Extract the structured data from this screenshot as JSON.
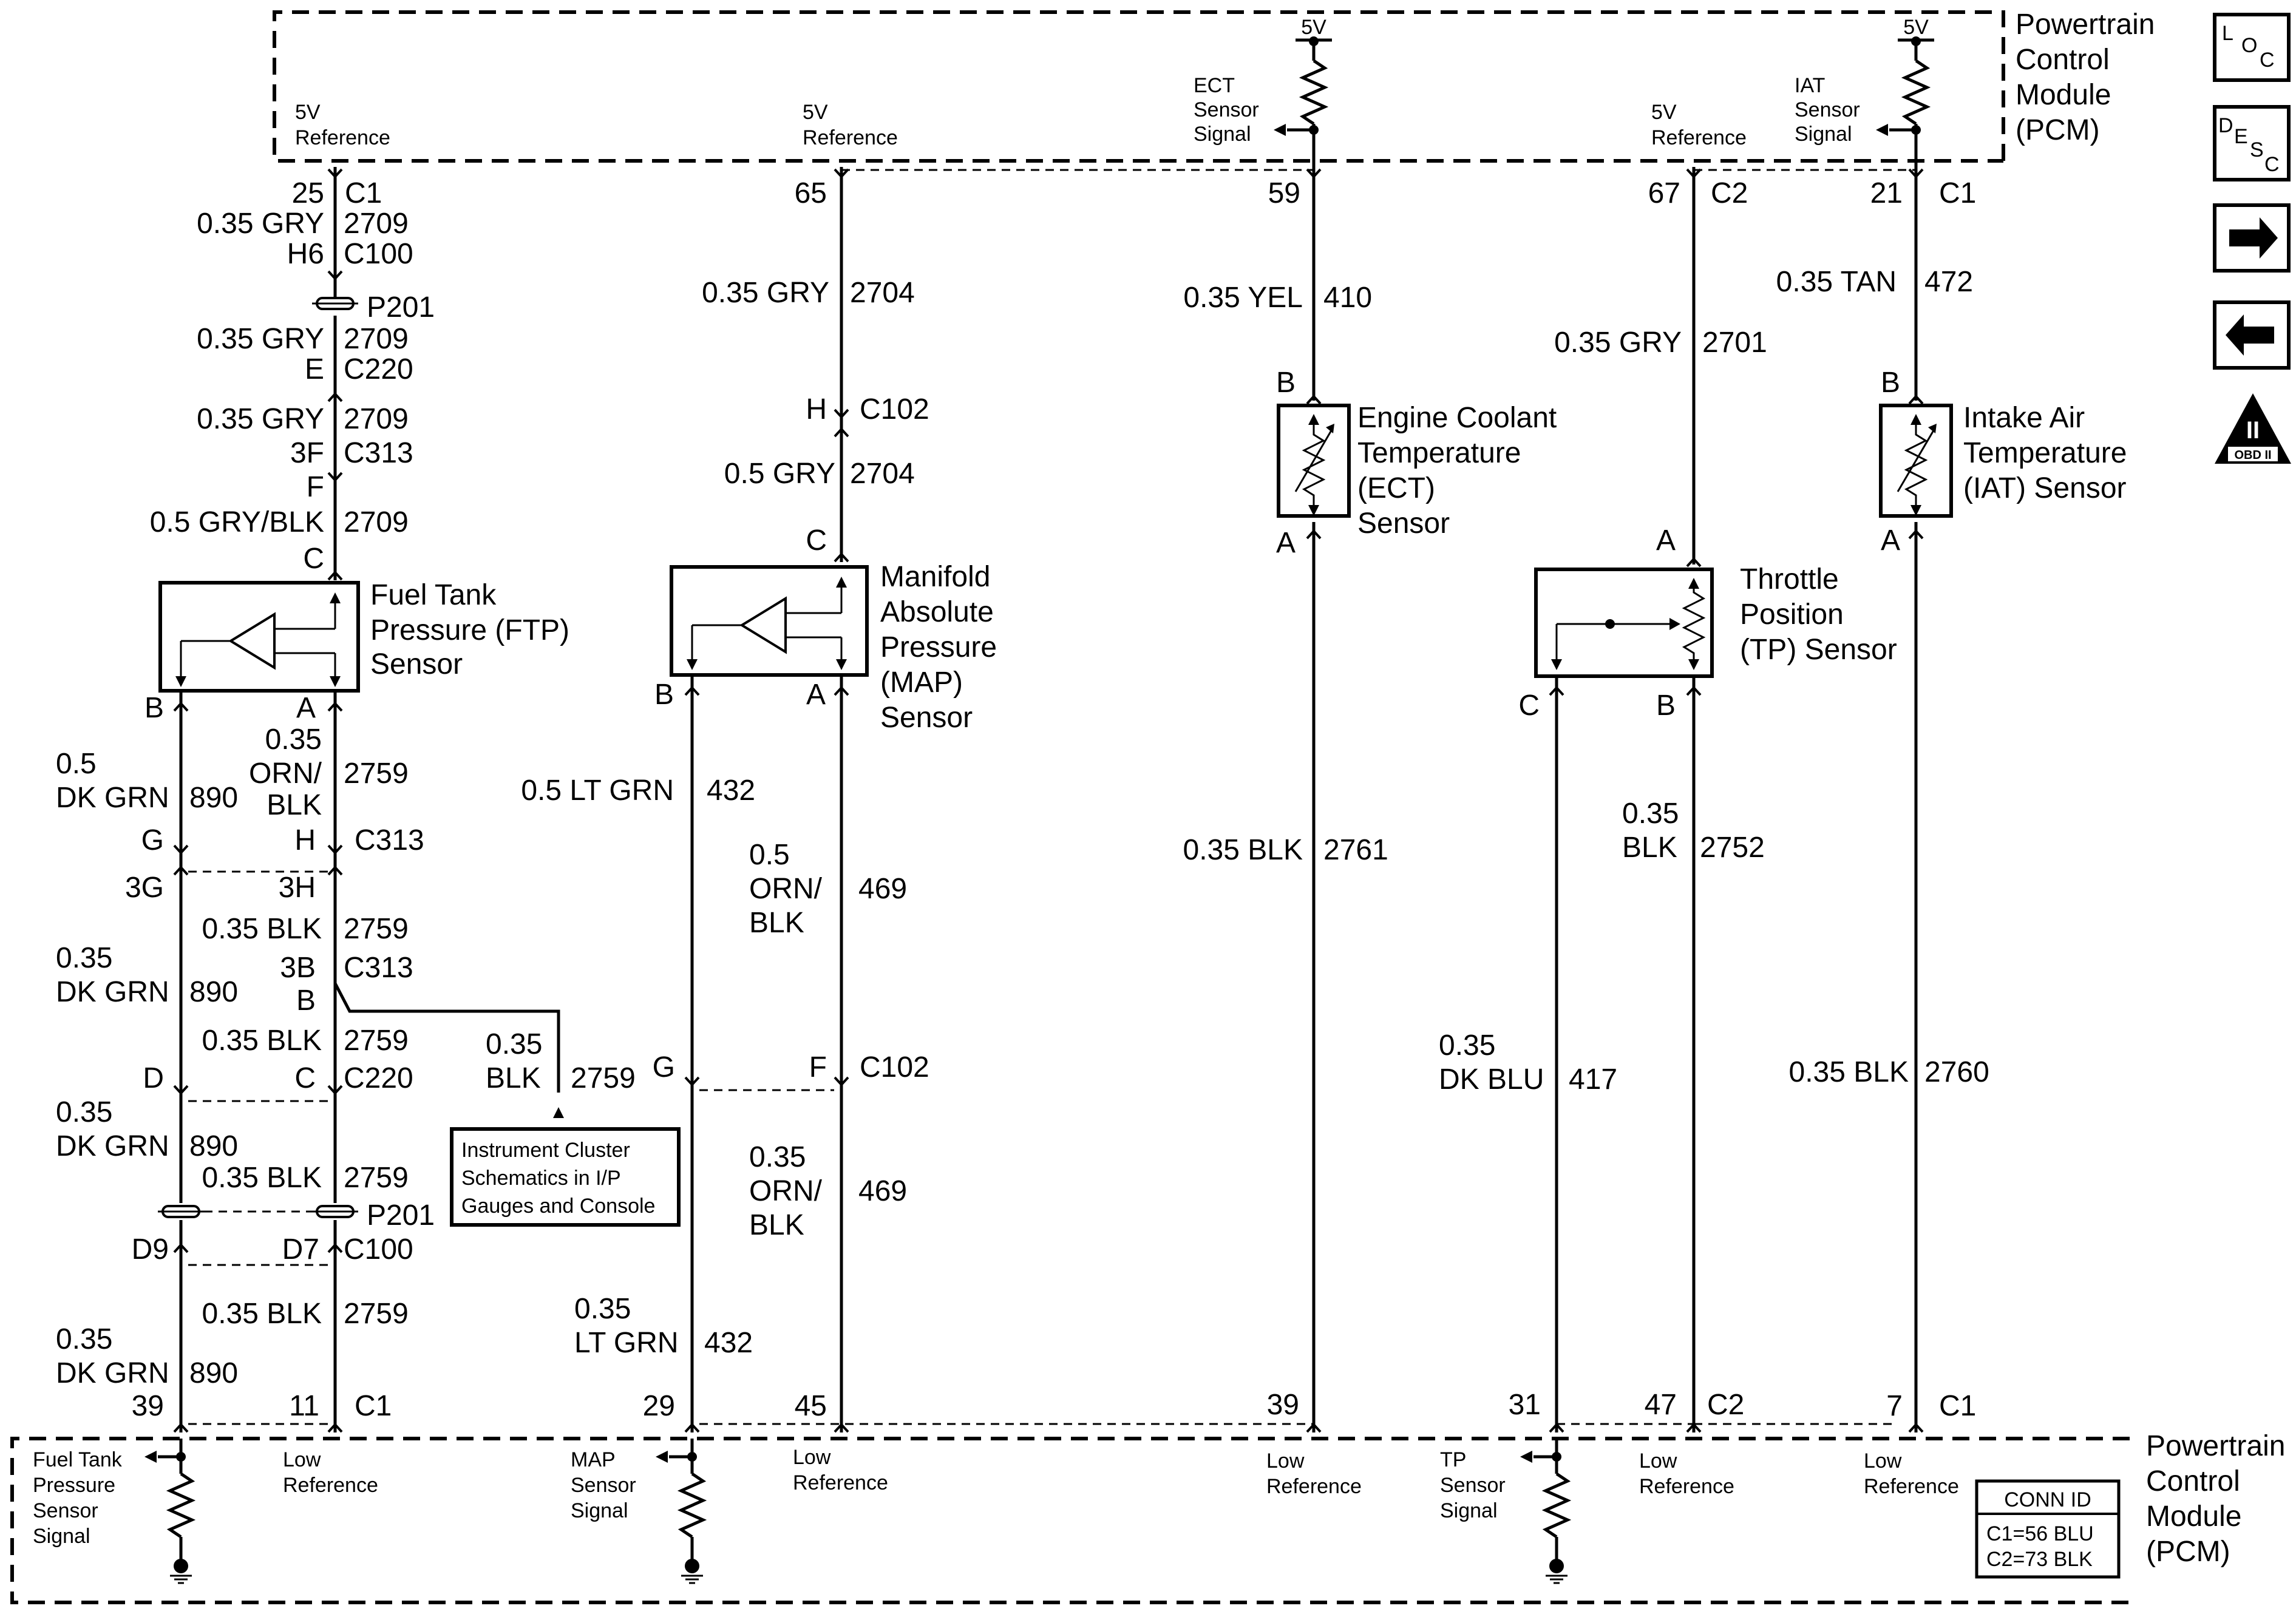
{
  "pcm": {
    "line1": "Powertrain",
    "line2": "Control",
    "line3": "Module",
    "line4": "(PCM)"
  },
  "nav": {
    "loc": [
      "L",
      "O",
      "C"
    ],
    "desc": [
      "D",
      "E",
      "S",
      "C"
    ],
    "obd": "OBD II",
    "obd_numeral": "II"
  },
  "top": {
    "v5": "5V",
    "ref1": [
      "5V",
      "Reference"
    ],
    "ref2": [
      "5V",
      "Reference"
    ],
    "ref3": [
      "5V",
      "Reference"
    ],
    "ect_sig": [
      "ECT",
      "Sensor",
      "Signal"
    ],
    "iat_sig": [
      "IAT",
      "Sensor",
      "Signal"
    ]
  },
  "bottom": {
    "ftp_sig": [
      "Fuel Tank",
      "Pressure",
      "Sensor",
      "Signal"
    ],
    "low_ref": [
      "Low",
      "Reference"
    ],
    "map_sig": [
      "MAP",
      "Sensor",
      "Signal"
    ],
    "tp_sig": [
      "TP",
      "Sensor",
      "Signal"
    ],
    "conn_title": "CONN ID",
    "conn_c1": "C1=56 BLU",
    "conn_c2": "C2=73 BLK"
  },
  "pins": {
    "p25": "25",
    "p65": "65",
    "p59": "59",
    "p67": "67",
    "p21": "21",
    "p39a": "39",
    "p11": "11",
    "p29": "29",
    "p45": "45",
    "p39b": "39",
    "p31": "31",
    "p47": "47",
    "p7": "7",
    "c1": "C1",
    "c2": "C2"
  },
  "col1": {
    "w1": "0.35 GRY",
    "c2709": "2709",
    "h6": "H6",
    "c100": "C100",
    "p201": "P201",
    "e": "E",
    "c220": "C220",
    "f3": "3F",
    "c313": "C313",
    "f": "F",
    "gryblk": "0.5 GRY/BLK",
    "c": "C"
  },
  "ftp": {
    "name": [
      "Fuel Tank",
      "Pressure (FTP)",
      "Sensor"
    ],
    "b": "B",
    "a": "A",
    "dkgrn05": [
      "0.5",
      "DK GRN"
    ],
    "c890": "890",
    "orn": [
      "0.35",
      "ORN/",
      "BLK"
    ],
    "c2759": "2759",
    "g": "G",
    "h": "H",
    "c313": "C313",
    "g3": "3G",
    "h3": "3H",
    "blk035": "0.35 BLK",
    "dkgrn035": [
      "0.35",
      "DK GRN"
    ],
    "b3": "3B",
    "bb": "B",
    "d": "D",
    "cc": "C",
    "c220": "C220",
    "p201": "P201",
    "d9": "D9",
    "d7": "D7",
    "c100": "C100",
    "branch": [
      "0.35",
      "BLK"
    ],
    "ic": [
      "Instrument Cluster",
      "Schematics in I/P",
      "Gauges and Console"
    ]
  },
  "map": {
    "w1": "0.35 GRY",
    "c2704": "2704",
    "h": "H",
    "c102": "C102",
    "w2": "0.5 GRY",
    "c": "C",
    "name": [
      "Manifold",
      "Absolute",
      "Pressure",
      "(MAP)",
      "Sensor"
    ],
    "b": "B",
    "a": "A",
    "ltgrn": "0.5 LT GRN",
    "c432": "432",
    "orn": [
      "0.5",
      "ORN/",
      "BLK"
    ],
    "c469": "469",
    "g": "G",
    "f": "F",
    "orn2": [
      "0.35",
      "ORN/",
      "BLK"
    ],
    "ltgrn2": [
      "0.35",
      "LT GRN"
    ]
  },
  "ect": {
    "w1": "0.35 YEL",
    "c410": "410",
    "b": "B",
    "a": "A",
    "name": [
      "Engine Coolant",
      "Temperature",
      "(ECT)",
      "Sensor"
    ],
    "w2": "0.35 BLK",
    "c2761": "2761"
  },
  "tp": {
    "w1": "0.35 GRY",
    "c2701": "2701",
    "a": "A",
    "name": [
      "Throttle",
      "Position",
      "(TP) Sensor"
    ],
    "cc": "C",
    "b": "B",
    "blk": [
      "0.35",
      "BLK"
    ],
    "c2752": "2752",
    "blu": [
      "0.35",
      "DK BLU"
    ],
    "c417": "417"
  },
  "iat": {
    "w1": "0.35 TAN",
    "c472": "472",
    "b": "B",
    "a": "A",
    "name": [
      "Intake Air",
      "Temperature",
      "(IAT) Sensor"
    ],
    "w2": "0.35 BLK",
    "c2760": "2760"
  }
}
